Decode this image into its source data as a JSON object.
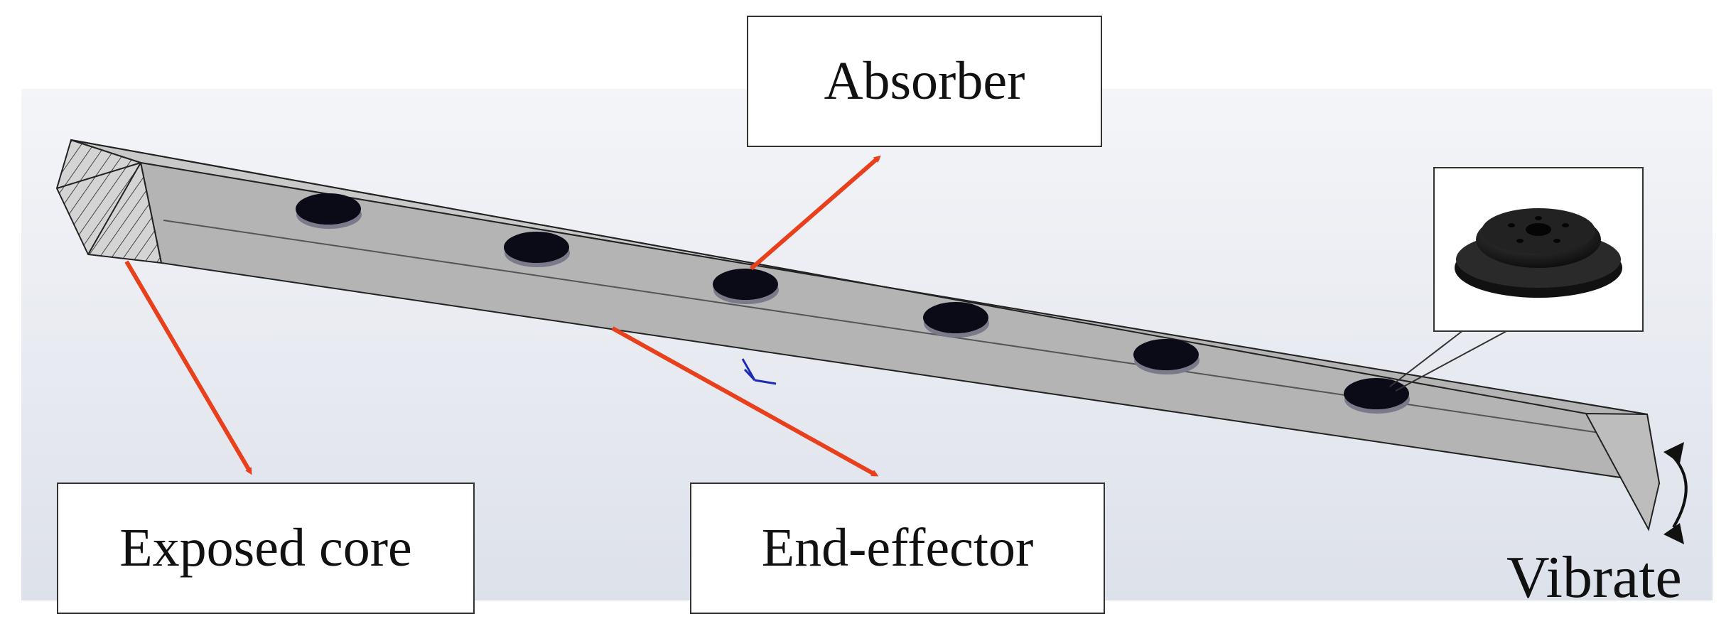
{
  "labels": {
    "absorber": "Absorber",
    "exposed_core": "Exposed core",
    "end_effector": "End-effector",
    "vibrate": "Vibrate"
  },
  "components": {
    "absorber_count": 6,
    "inset_icon": "suction-cup-absorber-icon"
  },
  "colors": {
    "background_top": "#f4f5f8",
    "background_bottom": "#dde1ea",
    "beam_top_face": "#c9c9c9",
    "beam_side_face": "#b4b4b4",
    "beam_end_face": "#d4d4d4",
    "beam_edge": "#222222",
    "absorber_fill": "#0b0b18",
    "arrow": "#e8401c",
    "label_border": "#333333"
  }
}
